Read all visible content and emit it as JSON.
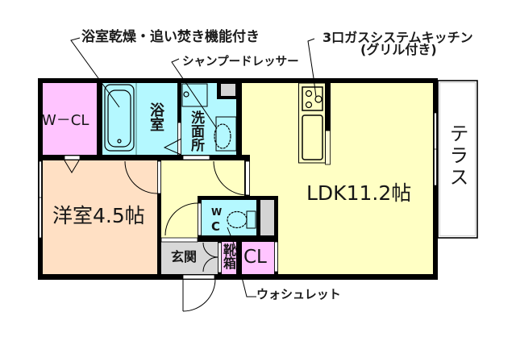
{
  "callouts": {
    "bath_dryer": "浴室乾燥・追い焚き機能付き",
    "shampoo_dresser": "シャンプードレッサー",
    "kitchen_line1": "3口ガスシステムキッチン",
    "kitchen_line2": "(グリル付き)",
    "washlet": "ウォシュレット"
  },
  "rooms": {
    "walk_in_closet": "W－CL",
    "bathroom": "浴室",
    "washroom": "洗面所",
    "western_room": {
      "name": "洋室",
      "size": "4.5帖"
    },
    "ldk": {
      "name": "LDK",
      "size": "11.2帖"
    },
    "entrance": "玄関",
    "shoe_box": "靴箱",
    "closet": "CL",
    "toilet": {
      "line1": "W",
      "line2": "C"
    },
    "terrace": "テラス"
  },
  "colors": {
    "closet_pink": "#ffc4ff",
    "wet_area_blue": "#b4f8ff",
    "ldk_yellow": "#ffffc4",
    "western_room_peach": "#ffe0c4",
    "entrance_gray": "#d8d8d8",
    "pipe_shaft_gray": "#d4d4d4",
    "wall": "#000000",
    "terrace_fill": "#ffffff"
  }
}
